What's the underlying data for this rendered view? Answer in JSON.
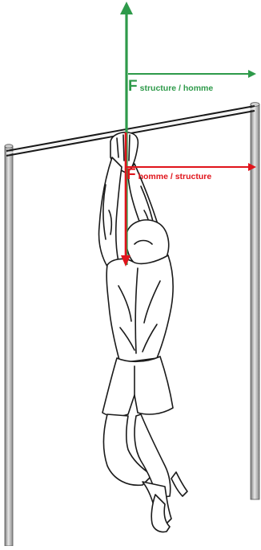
{
  "labels": {
    "force_green": {
      "symbol": "F",
      "subscript": "structure / homme"
    },
    "force_red": {
      "symbol": "F",
      "subscript": "homme / structure"
    }
  },
  "colors": {
    "green": "#2e9a4a",
    "red": "#e0141b",
    "pole": "#9a9a9a",
    "ink": "#1a1a1a"
  }
}
